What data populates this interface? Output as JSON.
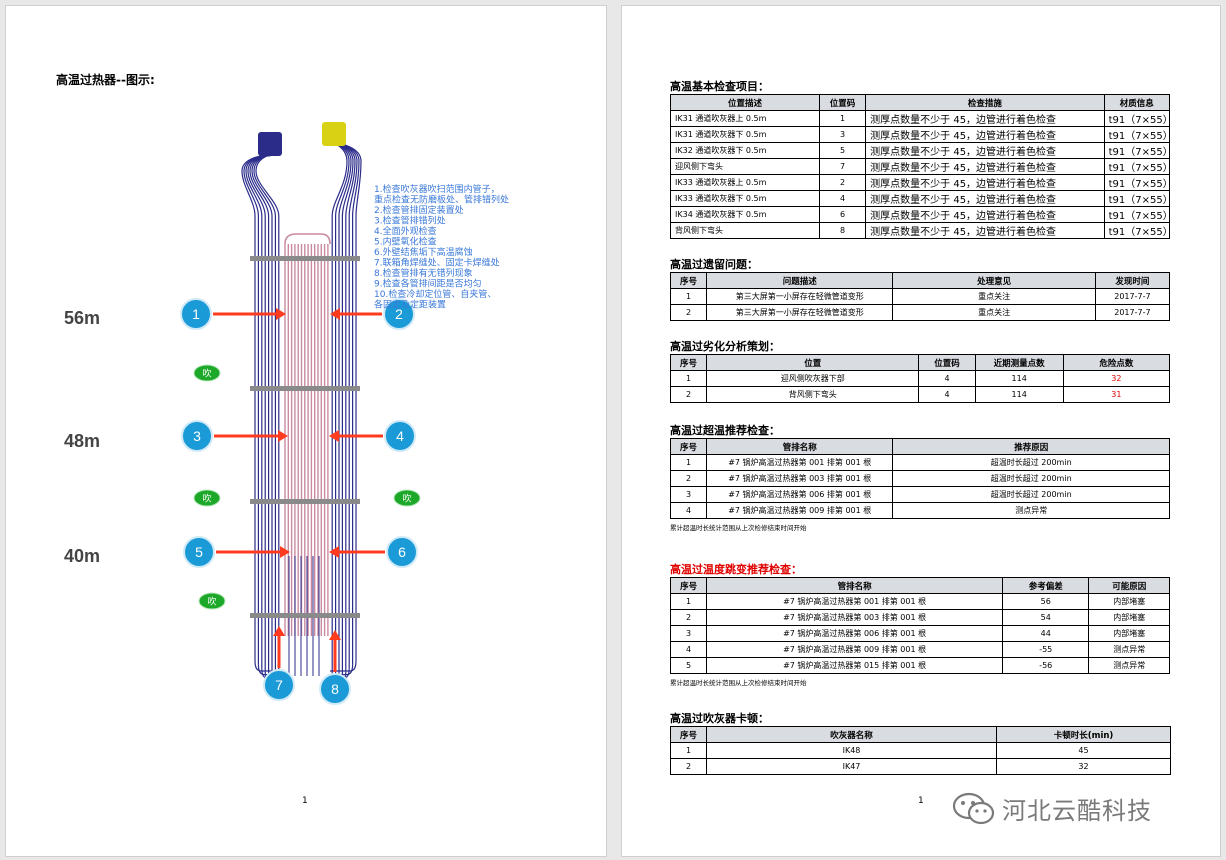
{
  "page1": {
    "title": "高温过热器--图示:",
    "page_number": "1",
    "heights": [
      "56m",
      "48m",
      "40m"
    ],
    "markers": [
      "1",
      "2",
      "3",
      "4",
      "5",
      "6",
      "7",
      "8"
    ],
    "blower_label": "吹",
    "notes": [
      "1.检查吹灰器吹扫范围内管子，",
      "重点检查无防磨板处、管排错列处",
      "2.检查管排固定装置处",
      "3.检查管排错列处",
      "4.全面外观检查",
      "5.内壁氧化检查",
      "6.外壁结焦垢下高温腐蚀",
      "7.联箱角焊缝处、固定卡焊缝处",
      "8.检查管排有无错列现象",
      "9.检查各管排间距是否均匀",
      "10.检查冷却定位管、自夹管、",
      "各固定及定距装置"
    ],
    "colors": {
      "tube": "#2b2c8a",
      "hot_zone": "#c98aa0",
      "arrow": "#ff3b1f",
      "marker": "#1a9ad6",
      "note": "#3a78d8",
      "blower": "#1ea82a"
    }
  },
  "page2": {
    "page_number": "1",
    "watermark": "河北云酷科技",
    "basic": {
      "title": "高温基本检查项目：",
      "headers": [
        "位置描述",
        "位置码",
        "检查措施",
        "材质信息"
      ],
      "rows": [
        [
          "IK31 通道吹灰器上 0.5m",
          "1",
          "测厚点数量不少于 45，边管进行着色检查",
          "t91（7×55）"
        ],
        [
          "IK31 通道吹灰器下 0.5m",
          "3",
          "测厚点数量不少于 45，边管进行着色检查",
          "t91（7×55）"
        ],
        [
          "IK32 通道吹灰器下 0.5m",
          "5",
          "测厚点数量不少于 45，边管进行着色检查",
          "t91（7×55）"
        ],
        [
          "迎风侧下弯头",
          "7",
          "测厚点数量不少于 45，边管进行着色检查",
          "t91（7×55）"
        ],
        [
          "IK33 通道吹灰器上 0.5m",
          "2",
          "测厚点数量不少于 45，边管进行着色检查",
          "t91（7×55）"
        ],
        [
          "IK33 通道吹灰器下 0.5m",
          "4",
          "测厚点数量不少于 45，边管进行着色检查",
          "t91（7×55）"
        ],
        [
          "IK34 通道吹灰器下 0.5m",
          "6",
          "测厚点数量不少于 45，边管进行着色检查",
          "t91（7×55）"
        ],
        [
          "背风侧下弯头",
          "8",
          "测厚点数量不少于 45，边管进行着色检查",
          "t91（7×55）"
        ]
      ]
    },
    "legacy": {
      "title": "高温过遗留问题：",
      "headers": [
        "序号",
        "问题描述",
        "处理意见",
        "发现时间"
      ],
      "rows": [
        [
          "1",
          "第三大屏第一小屏存在轻微管道变形",
          "重点关注",
          "2017-7-7"
        ],
        [
          "2",
          "第三大屏第一小屏存在轻微管道变形",
          "重点关注",
          "2017-7-7"
        ]
      ]
    },
    "degradation": {
      "title": "高温过劣化分析策划：",
      "headers": [
        "序号",
        "位置",
        "位置码",
        "近期测量点数",
        "危险点数"
      ],
      "rows": [
        [
          "1",
          "迎风侧吹灰器下部",
          "4",
          "114",
          "32"
        ],
        [
          "2",
          "背风侧下弯头",
          "4",
          "114",
          "31"
        ]
      ]
    },
    "overtemp": {
      "title": "高温过超温推荐检查：",
      "headers": [
        "序号",
        "管排名称",
        "推荐原因"
      ],
      "rows": [
        [
          "1",
          "#7 锅炉高温过热器第 001 排第 001 根",
          "超温时长超过 200min"
        ],
        [
          "2",
          "#7 锅炉高温过热器第 003 排第 001 根",
          "超温时长超过 200min"
        ],
        [
          "3",
          "#7 锅炉高温过热器第 006 排第 001 根",
          "超温时长超过 200min"
        ],
        [
          "4",
          "#7 锅炉高温过热器第 009 排第 001 根",
          "测点异常"
        ]
      ],
      "note": "累计超温时长统计范围从上次检修结束时间开始"
    },
    "jump": {
      "title": "高温过温度跳变推荐检查：",
      "headers": [
        "序号",
        "管排名称",
        "参考偏差",
        "可能原因"
      ],
      "rows": [
        [
          "1",
          "#7 锅炉高温过热器第 001 排第 001 根",
          "56",
          "内部堵塞"
        ],
        [
          "2",
          "#7 锅炉高温过热器第 003 排第 001 根",
          "54",
          "内部堵塞"
        ],
        [
          "3",
          "#7 锅炉高温过热器第 006 排第 001 根",
          "44",
          "内部堵塞"
        ],
        [
          "4",
          "#7 锅炉高温过热器第 009 排第 001 根",
          "-55",
          "测点异常"
        ],
        [
          "5",
          "#7 锅炉高温过热器第 015 排第 001 根",
          "-56",
          "测点异常"
        ]
      ],
      "note": "累计超温时长统计范围从上次检修结束时间开始"
    },
    "blower": {
      "title": "高温过吹灰器卡顿：",
      "headers": [
        "序号",
        "吹灰器名称",
        "卡顿时长(min)"
      ],
      "rows": [
        [
          "1",
          "IK48",
          "45"
        ],
        [
          "2",
          "IK47",
          "32"
        ]
      ]
    }
  }
}
